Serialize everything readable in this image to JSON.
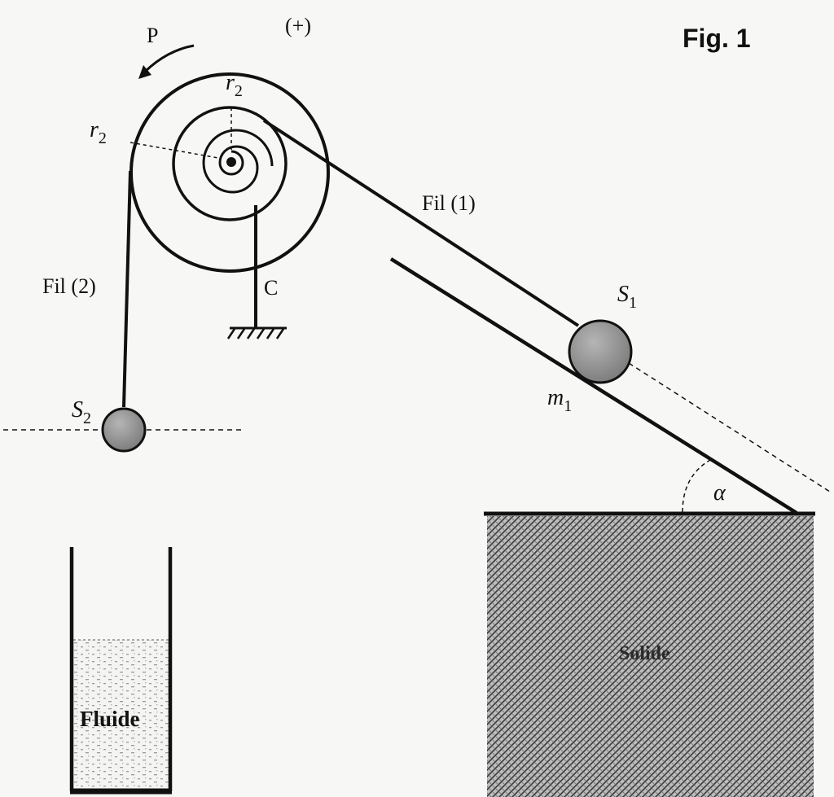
{
  "figure": {
    "title": "Fig. 1",
    "labels": {
      "force_p": "P",
      "sign": "(+)",
      "r2_outer": "r",
      "r2_outer_sub": "2",
      "r2_inner": "r",
      "r2_inner_sub": "2",
      "thread1": "Fil (1)",
      "thread2": "Fil (2)",
      "spring": "C",
      "s1": "S",
      "s1_sub": "1",
      "s2": "S",
      "s2_sub": "2",
      "m1": "m",
      "m1_sub": "1",
      "alpha": "α",
      "solid": "Solide",
      "fluid": "Fluide"
    },
    "colors": {
      "ink": "#111111",
      "ball": "#8c8c8c",
      "background": "#f7f7f5"
    }
  }
}
